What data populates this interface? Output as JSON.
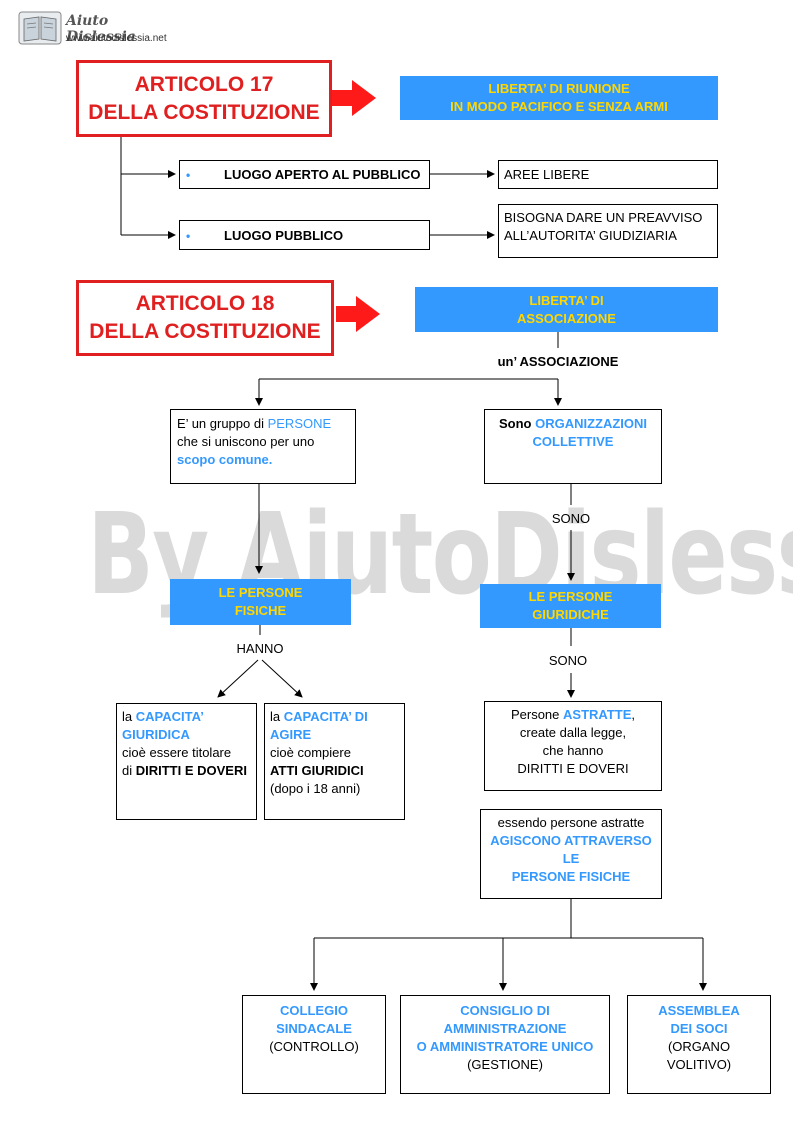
{
  "logo": {
    "title": "Aiuto Dislessia",
    "url": "www.aiutodislessia.net"
  },
  "watermark": "By AiutoDislessia.net",
  "art17": {
    "line1": "ARTICOLO   17",
    "line2": "DELLA COSTITUZIONE",
    "header_line1": "LIBERTA’ DI RIUNIONE",
    "header_line2": "IN MODO PACIFICO E SENZA ARMI",
    "item1": "LUOGO APERTO AL PUBBLICO",
    "item1_result": "AREE LIBERE",
    "item2": "LUOGO PUBBLICO",
    "item2_result_line1": "BISOGNA DARE UN PREAVVISO",
    "item2_result_line2": "ALL’AUTORITA’ GIUDIZIARIA",
    "bullet": "•"
  },
  "art18": {
    "line1": "ARTICOLO   18",
    "line2": "DELLA COSTITUZIONE",
    "header_line1": "LIBERTA’ DI",
    "header_line2": "ASSOCIAZIONE",
    "assoc_label": "un’ ASSOCIAZIONE",
    "left_def": {
      "p1": "E’ un gruppo di ",
      "p1_hl": "PERSONE",
      "p2": "che si  uniscono per uno",
      "p3_hl": "scopo comune."
    },
    "right_def": {
      "p1": "Sono ",
      "p1_hl": "ORGANIZZAZIONI",
      "p2_hl": "COLLETTIVE"
    },
    "sono1": "SONO",
    "fisiche_line1": "LE PERSONE",
    "fisiche_line2": "FISICHE",
    "giuridiche_line1": "LE PERSONE",
    "giuridiche_line2": "GIURIDICHE",
    "hanno": "HANNO",
    "sono2": "SONO",
    "cap_giur": {
      "p1": "la ",
      "hl1": "CAPACITA’",
      "hl2": "GIURIDICA",
      "p3": "cioè essere titolare",
      "p4": "di ",
      "p4b": "DIRITTI E DOVERI"
    },
    "cap_agire": {
      "p1": "la ",
      "hl1": "CAPACITA’  DI",
      "hl2": "AGIRE",
      "p3": "cioè compiere",
      "p4b": "ATTI GIURIDICI",
      "p5": "(dopo i 18 anni)"
    },
    "astratte": {
      "p1": "Persone ",
      "hl1": "ASTRATTE",
      "p1b": ",",
      "p2": "create dalla legge,",
      "p3": "che hanno",
      "p4": "DIRITTI E DOVERI"
    },
    "agiscono": {
      "p1": "essendo persone astratte",
      "hl1": "AGISCONO ATTRAVERSO",
      "hl2": "LE",
      "hl3": "PERSONE FISICHE"
    },
    "collegio": {
      "hl1": "COLLEGIO",
      "hl2": "SINDACALE",
      "p3": "(CONTROLLO)"
    },
    "consiglio": {
      "hl1": "CONSIGLIO DI",
      "hl2": "AMMINISTRAZIONE",
      "hl3": "O AMMINISTRATORE UNICO",
      "p4": "(GESTIONE)"
    },
    "assemblea": {
      "hl1": "ASSEMBLEA",
      "hl2": "DEI SOCI",
      "p3": "(ORGANO",
      "p4": "VOLITIVO)"
    }
  }
}
